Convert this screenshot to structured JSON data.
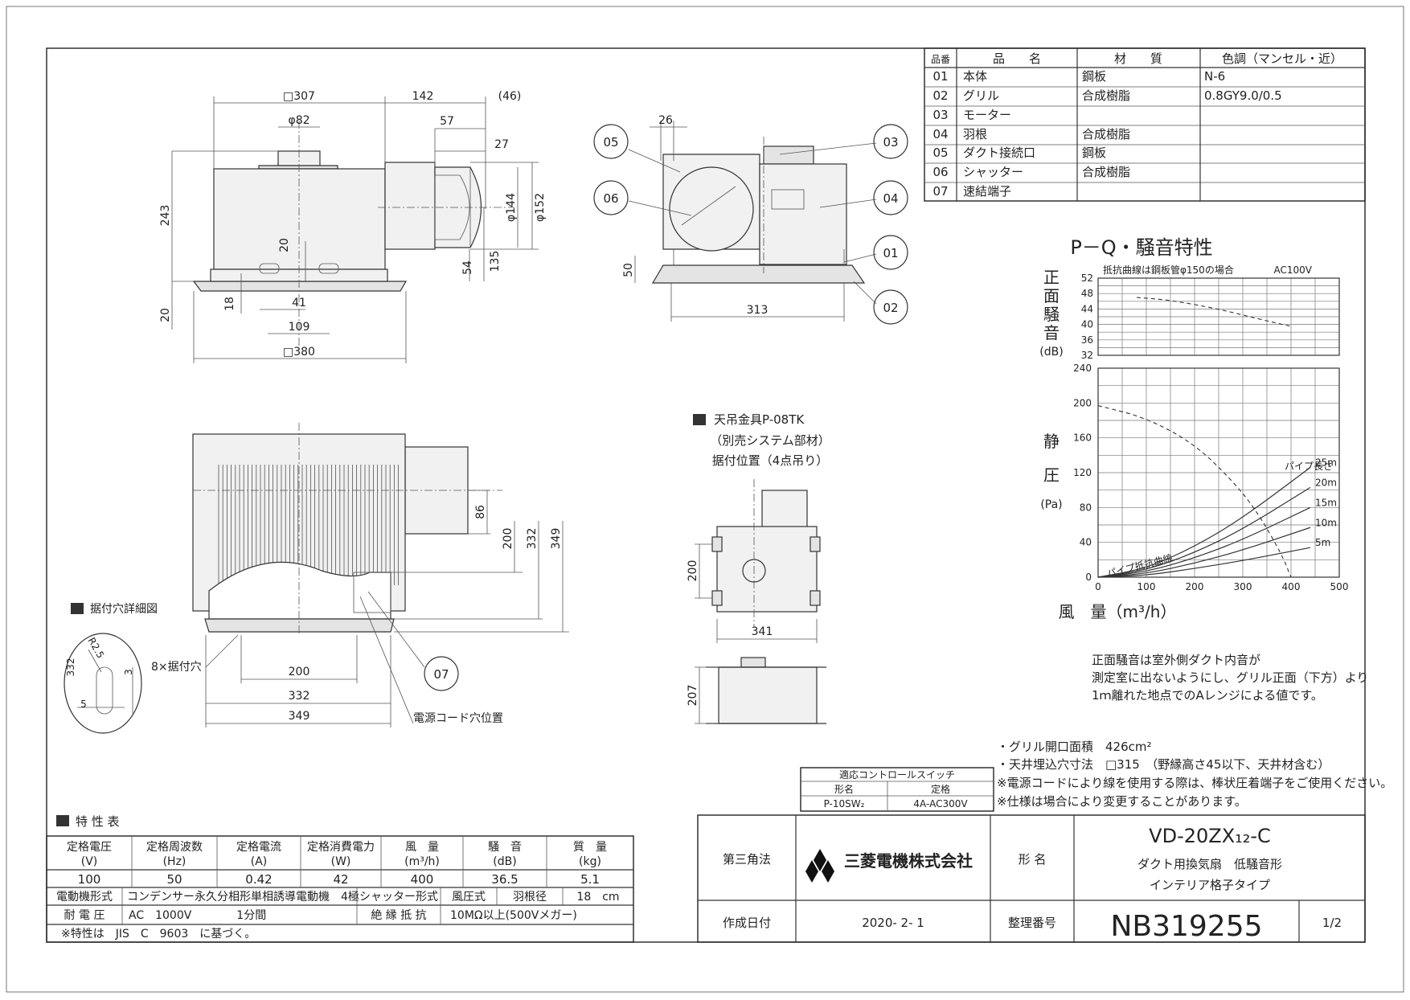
{
  "parts_table": {
    "headers": [
      "品番",
      "品　　名",
      "材　　質",
      "色調（マンセル・近）"
    ],
    "rows": [
      [
        "01",
        "本体",
        "鋼板",
        "N-6"
      ],
      [
        "02",
        "グリル",
        "合成樹脂",
        "0.8GY9.0/0.5"
      ],
      [
        "03",
        "モーター",
        "",
        ""
      ],
      [
        "04",
        "羽根",
        "合成樹脂",
        ""
      ],
      [
        "05",
        "ダクト接続口",
        "鋼板",
        ""
      ],
      [
        "06",
        "シャッター",
        "合成樹脂",
        ""
      ],
      [
        "07",
        "速結端子",
        "",
        ""
      ]
    ]
  },
  "dims_front": [
    "□307",
    "142",
    "(46)",
    "φ82",
    "57",
    "27",
    "243",
    "φ144",
    "φ152",
    "20",
    "54",
    "135",
    "18",
    "41",
    "109",
    "20",
    "□380"
  ],
  "dims_side": [
    "26",
    "50",
    "313"
  ],
  "callouts": [
    "05",
    "03",
    "06",
    "04",
    "01",
    "02",
    "07"
  ],
  "dims_bottom": [
    "86",
    "200",
    "332",
    "349",
    "200",
    "332",
    "349",
    "8×据付穴"
  ],
  "labels": {
    "cord_hole": "電源コード穴位置",
    "mount_detail": "据付穴詳細図",
    "bracket_title": "天吊金具P-08TK",
    "bracket_sub1": "（別売システム部材）",
    "bracket_sub2": "据付位置（4点吊り）"
  },
  "detail_dims": [
    "332",
    "R2.5",
    "3",
    "5"
  ],
  "bracket_dims": [
    "200",
    "341",
    "207"
  ],
  "chart_data": {
    "type": "line",
    "title": "P－Q・騒音特性",
    "note_top": "抵抗曲線は鋼板管φ150の場合",
    "power": "AC100V",
    "noise_ylabel": "正面騒音（dB）",
    "noise_ylabel_chars": [
      "正",
      "面",
      "騒",
      "音"
    ],
    "noise_unit": "(dB)",
    "noise_ylim": [
      32,
      52
    ],
    "noise_ticks": [
      "52",
      "48",
      "44",
      "40",
      "36",
      "32"
    ],
    "pressure_ylabel": "静圧（Pa）",
    "pressure_ylabel_chars": [
      "静",
      "圧"
    ],
    "pressure_unit": "(Pa)",
    "pressure_ylim": [
      0,
      240
    ],
    "pressure_ticks": [
      "240",
      "200",
      "160",
      "120",
      "80",
      "40",
      "0"
    ],
    "xlabel": "風　量（m³/h）",
    "xlim": [
      0,
      500
    ],
    "x_ticks": [
      "0",
      "100",
      "200",
      "300",
      "400",
      "500"
    ],
    "pipe_length_label": "パイプ長さ",
    "pipe_resistance_label": "パイプ抵抗曲線",
    "series": [
      {
        "name": "noise",
        "x": [
          80,
          150,
          250,
          330,
          400
        ],
        "y": [
          47,
          46.3,
          44,
          41.5,
          39.5
        ]
      },
      {
        "name": "static_pressure",
        "x": [
          0,
          100,
          200,
          280,
          330,
          380,
          400
        ],
        "y": [
          197,
          183,
          153,
          110,
          75,
          27,
          0
        ]
      },
      {
        "name": "25m",
        "x": [
          0,
          100,
          200,
          300,
          440
        ],
        "y": [
          0,
          10,
          35,
          68,
          126
        ]
      },
      {
        "name": "20m",
        "x": [
          0,
          100,
          200,
          300,
          440
        ],
        "y": [
          0,
          8,
          28,
          55,
          103
        ]
      },
      {
        "name": "15m",
        "x": [
          0,
          100,
          200,
          300,
          440
        ],
        "y": [
          0,
          6,
          22,
          43,
          80
        ]
      },
      {
        "name": "10m",
        "x": [
          0,
          100,
          200,
          300,
          440
        ],
        "y": [
          0,
          4,
          16,
          31,
          57
        ]
      },
      {
        "name": "5m",
        "x": [
          0,
          100,
          200,
          300,
          440
        ],
        "y": [
          0,
          2,
          10,
          19,
          34
        ]
      }
    ]
  },
  "noise_note": [
    "正面騒音は室外側ダクト内音が",
    "測定室に出ないようにし、グリル正面（下方）より",
    "1ｍ離れた地点でのAレンジによる値です。"
  ],
  "notes": [
    "・グリル開口面積　426cm²",
    "・天井埋込穴寸法　□315　（野縁高さ45以下、天井材含む）",
    "※電源コードにより線を使用する際は、棒状圧着端子をご使用ください。",
    "※仕様は場合により変更することがあります。"
  ],
  "switch_table": {
    "title": "適応コントロールスイッチ",
    "headers": [
      "形名",
      "定格"
    ],
    "row": [
      "P-10SW₂",
      "4A-AC300V"
    ]
  },
  "specs": {
    "title": "特 性 表",
    "headers": [
      "定格電圧\n(V)",
      "定格周波数\n(Hz)",
      "定格電流\n(A)",
      "定格消費電力\n(W)",
      "風　量\n(m³/h)",
      "騒　音\n(dB)",
      "質　量\n(kg)"
    ],
    "values": [
      "100",
      "50",
      "0.42",
      "42",
      "400",
      "36.5",
      "5.1"
    ],
    "motor_label": "電動機形式",
    "motor_value": "コンデンサー永久分相形単相誘導電動機　4極",
    "shutter_label": "シャッター形式",
    "shutter_value": "風圧式",
    "blade_label": "羽根径",
    "blade_value": "18　cm",
    "withstand_label": "耐 電 圧",
    "withstand_value": "AC　1000V　　　　1分間",
    "insulation_label": "絶 縁 抵 抗",
    "insulation_value": "10MΩ以上(500Vメガー)",
    "footnote": "※特性は　JIS　C　9603　に基づく。"
  },
  "title_block": {
    "projection": "第三角法",
    "company": "三菱電機株式会社",
    "model_label": "形 名",
    "model": "VD-20ZX₁₂-C",
    "desc1": "ダクト用換気扇　低騒音形",
    "desc2": "インテリア格子タイプ",
    "date_label": "作成日付",
    "date": "2020- 2- 1",
    "number_label": "整理番号",
    "number": "NB319255",
    "page": "1/2"
  }
}
